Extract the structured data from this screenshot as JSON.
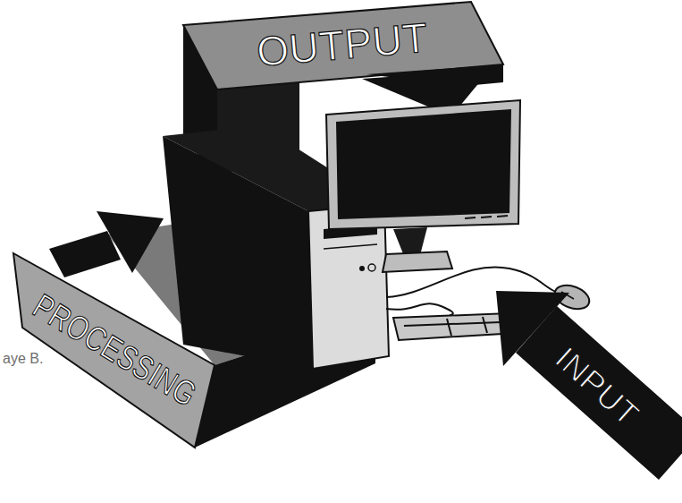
{
  "diagram": {
    "nodes": [
      {
        "text": [
          "OUTPUT"
        ]
      },
      {
        "text": [
          "PROCESSING"
        ]
      },
      {
        "text": [
          "INPUT"
        ]
      }
    ],
    "labels": [
      "aye B."
    ]
  }
}
